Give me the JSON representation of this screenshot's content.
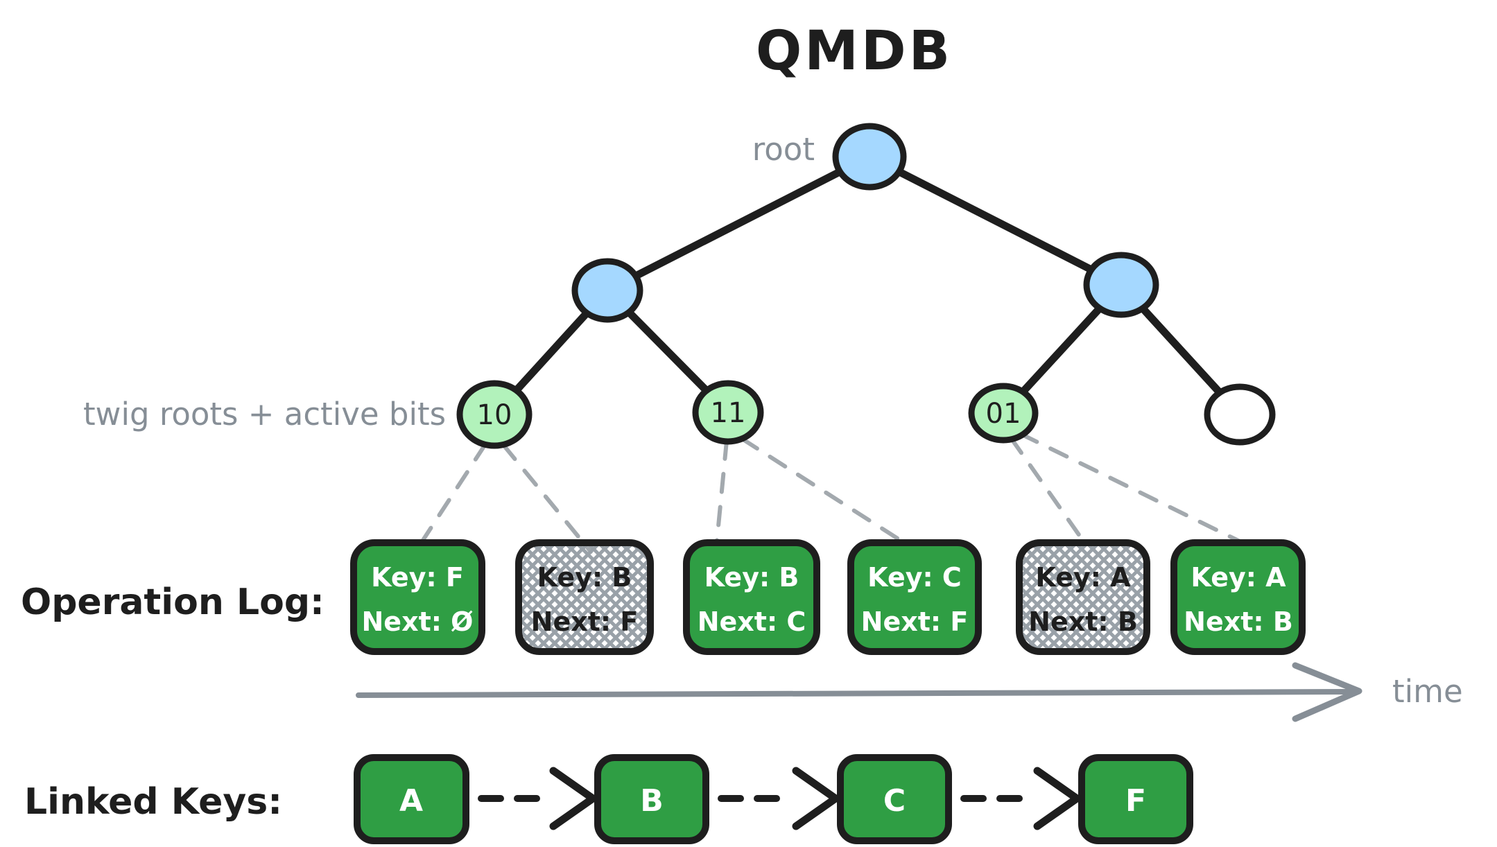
{
  "title": "QMDB",
  "colors": {
    "node_blue": "#a5d8ff",
    "node_light_green": "#b2f2bb",
    "box_green": "#2f9e44",
    "stroke_black": "#1e1e1e",
    "gray": "#868e96",
    "hatch_gray": "#99a1a8",
    "connector_gray": "#a3a9ae",
    "white": "#ffffff"
  },
  "tree": {
    "root_label": "root",
    "twig_label": "twig roots + active bits",
    "twig_nodes": [
      {
        "label": "10"
      },
      {
        "label": "11"
      },
      {
        "label": "01"
      },
      {
        "label": ""
      }
    ]
  },
  "operation_log": {
    "label": "Operation Log:",
    "time_label": "time",
    "entries": [
      {
        "key": "Key: F",
        "next": "Next: Ø",
        "style": "active"
      },
      {
        "key": "Key: B",
        "next": "Next: F",
        "style": "stale"
      },
      {
        "key": "Key: B",
        "next": "Next: C",
        "style": "active"
      },
      {
        "key": "Key: C",
        "next": "Next: F",
        "style": "active"
      },
      {
        "key": "Key: A",
        "next": "Next: B",
        "style": "stale"
      },
      {
        "key": "Key: A",
        "next": "Next: B",
        "style": "active"
      }
    ]
  },
  "linked_keys": {
    "label": "Linked Keys:",
    "keys": [
      {
        "label": "A"
      },
      {
        "label": "B"
      },
      {
        "label": "C"
      },
      {
        "label": "F"
      }
    ]
  }
}
